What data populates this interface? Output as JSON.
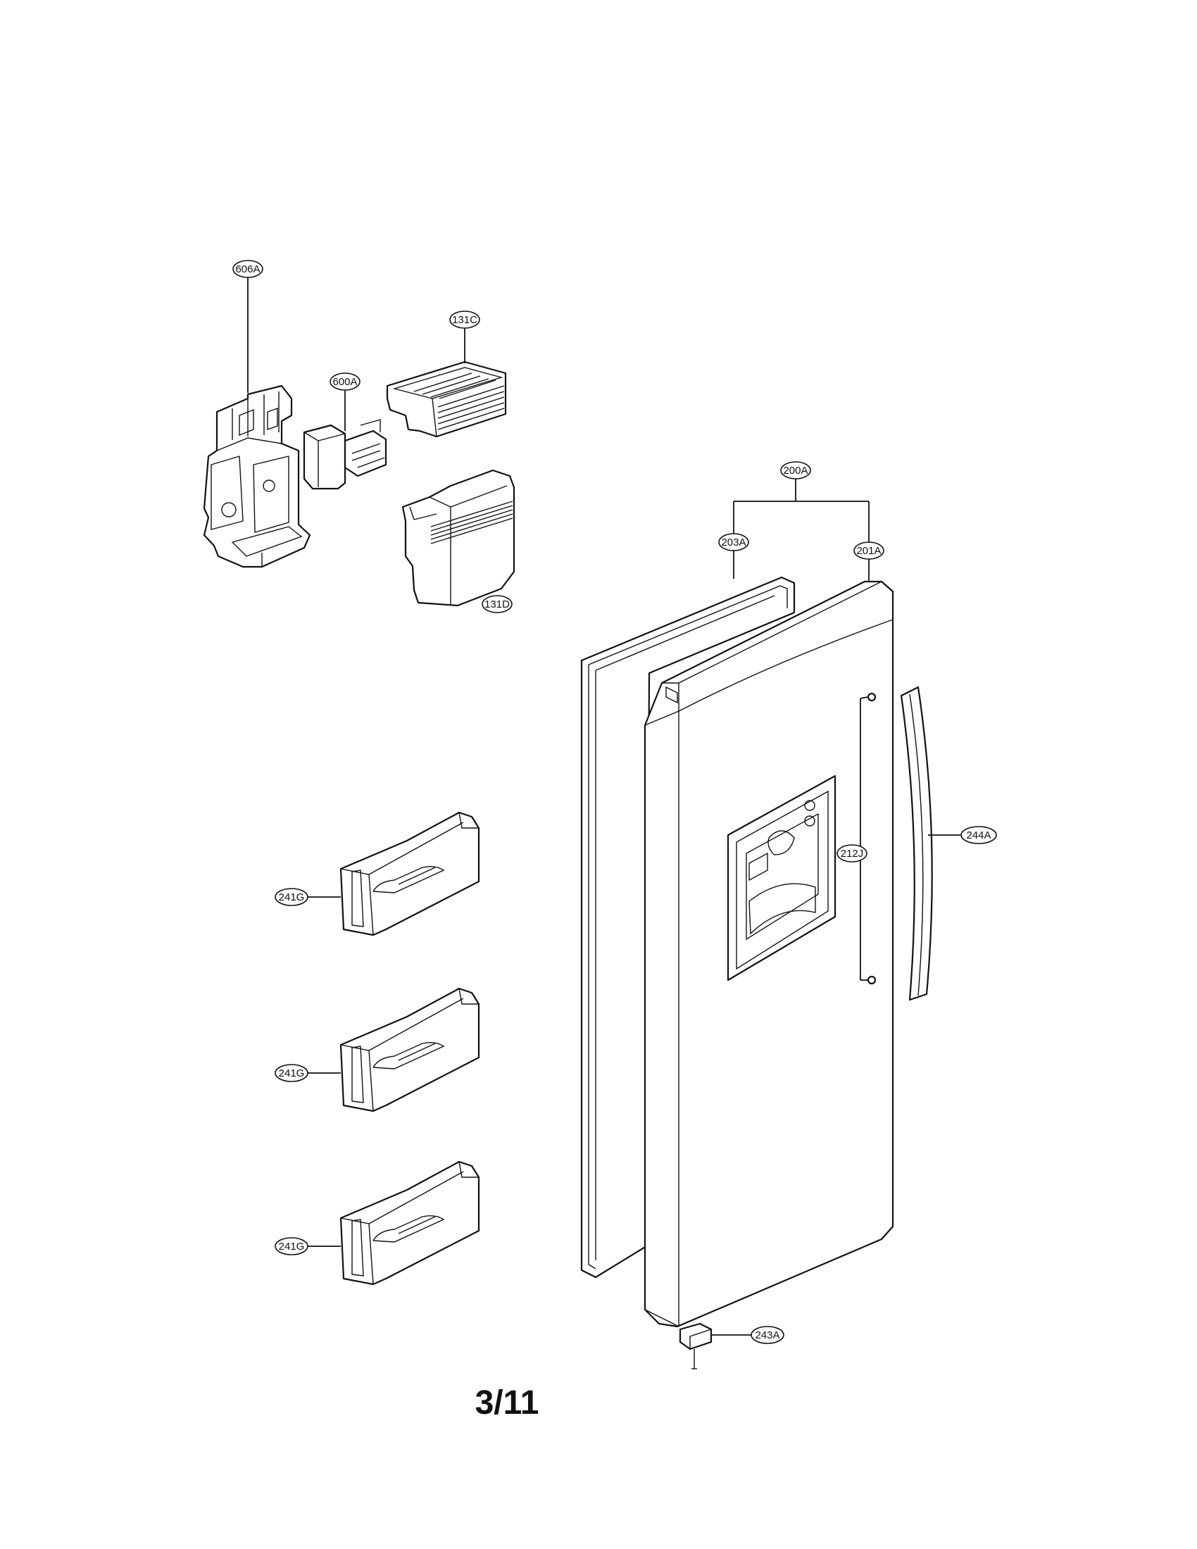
{
  "diagram": {
    "callouts": {
      "c606A": "606A",
      "c600A": "600A",
      "c131C": "131C",
      "c131D": "131D",
      "c200A": "200A",
      "c203A": "203A",
      "c201A": "201A",
      "c212J": "212J",
      "c244A": "244A",
      "c241G_1": "241G",
      "c241G_2": "241G",
      "c241G_3": "241G",
      "c243A": "243A"
    },
    "page_number": "3/11"
  }
}
